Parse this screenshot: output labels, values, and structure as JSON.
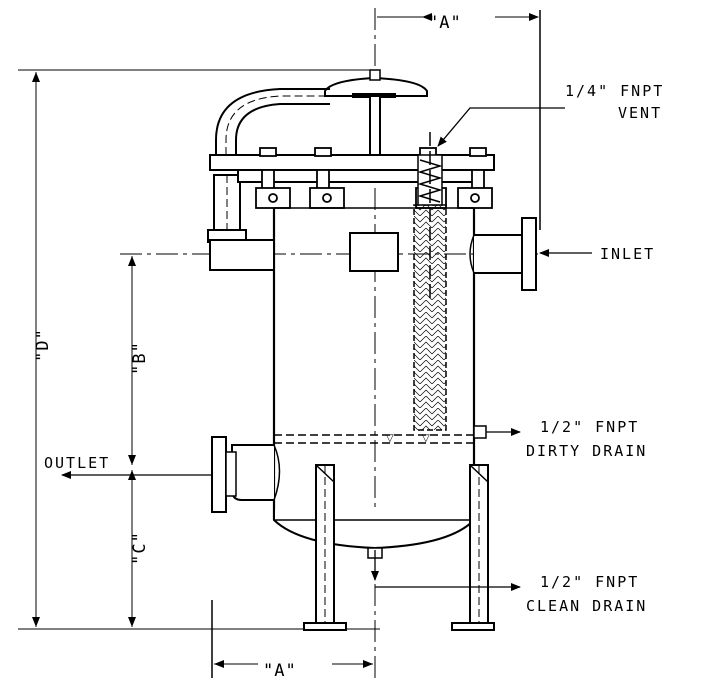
{
  "labels": {
    "vent_line1": "1/4\" FNPT",
    "vent_line2": "VENT",
    "inlet": "INLET",
    "dirty_drain_line1": "1/2\" FNPT",
    "dirty_drain_line2": "DIRTY DRAIN",
    "outlet": "OUTLET",
    "clean_drain_line1": "1/2\" FNPT",
    "clean_drain_line2": "CLEAN DRAIN"
  },
  "dimensions": {
    "a_top": "\"A\"",
    "a_bottom": "\"A\"",
    "b": "\"B\"",
    "c": "\"C\"",
    "d": "\"D\""
  },
  "colors": {
    "ink": "#000000",
    "paper": "#ffffff"
  }
}
